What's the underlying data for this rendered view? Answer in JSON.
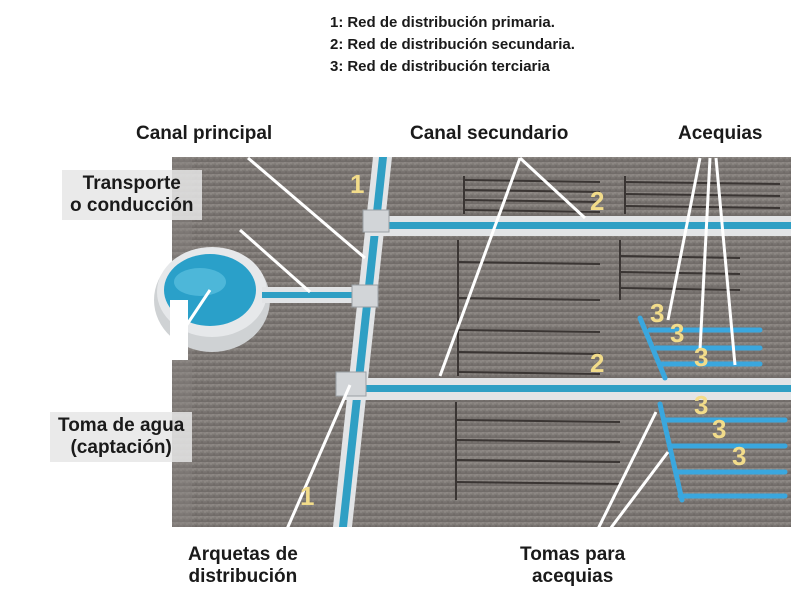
{
  "legend": [
    {
      "number": "1:",
      "text": "Red de distribución primaria."
    },
    {
      "number": "2:",
      "text": "Red de distribución secundaria."
    },
    {
      "number": "3:",
      "text": "Red de distribución terciaria"
    }
  ],
  "labels": {
    "canal_principal": "Canal principal",
    "canal_secundario": "Canal secundario",
    "acequias": "Acequias",
    "transporte_line1": "Transporte",
    "transporte_line2": "o conducción",
    "toma_agua_line1": "Toma de agua",
    "toma_agua_line2": "(captación)",
    "arquetas_line1": "Arquetas de",
    "arquetas_line2": "distribución",
    "tomas_line1": "Tomas para",
    "tomas_line2": "acequias"
  },
  "markers": {
    "primary": "1",
    "secondary": "2",
    "tertiary": "3"
  },
  "colors": {
    "ground": "#7d7875",
    "water": "#2f9fc4",
    "channel_wall": "#d8dadc",
    "marker_yellow": "#f2dc8a",
    "tertiary_blue": "#3aa7de"
  }
}
